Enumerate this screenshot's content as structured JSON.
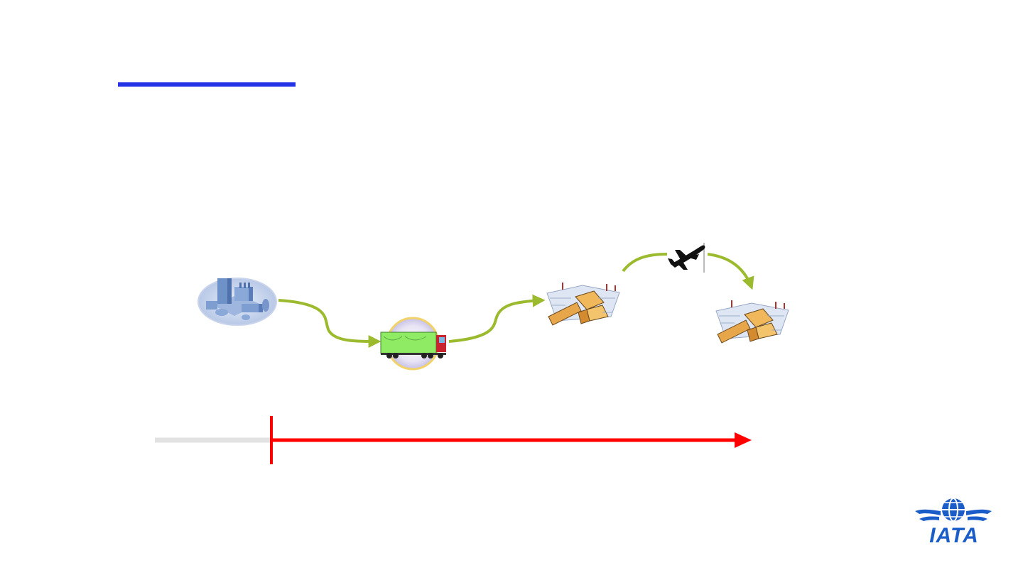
{
  "slide": {
    "accent_color": "#2433e6",
    "flow_arrow_color": "#9bba2e",
    "timeline_color": "#ff0000",
    "timeline_inactive_color": "#e2e2e2"
  },
  "nodes": [
    {
      "id": "factory",
      "icon": "factory-icon"
    },
    {
      "id": "truck",
      "icon": "truck-icon"
    },
    {
      "id": "origin-airport",
      "icon": "airport-icon"
    },
    {
      "id": "plane",
      "icon": "airplane-icon"
    },
    {
      "id": "destination-airport",
      "icon": "airport-icon"
    }
  ],
  "logo": {
    "text": "IATA",
    "color": "#1a5cc8"
  }
}
